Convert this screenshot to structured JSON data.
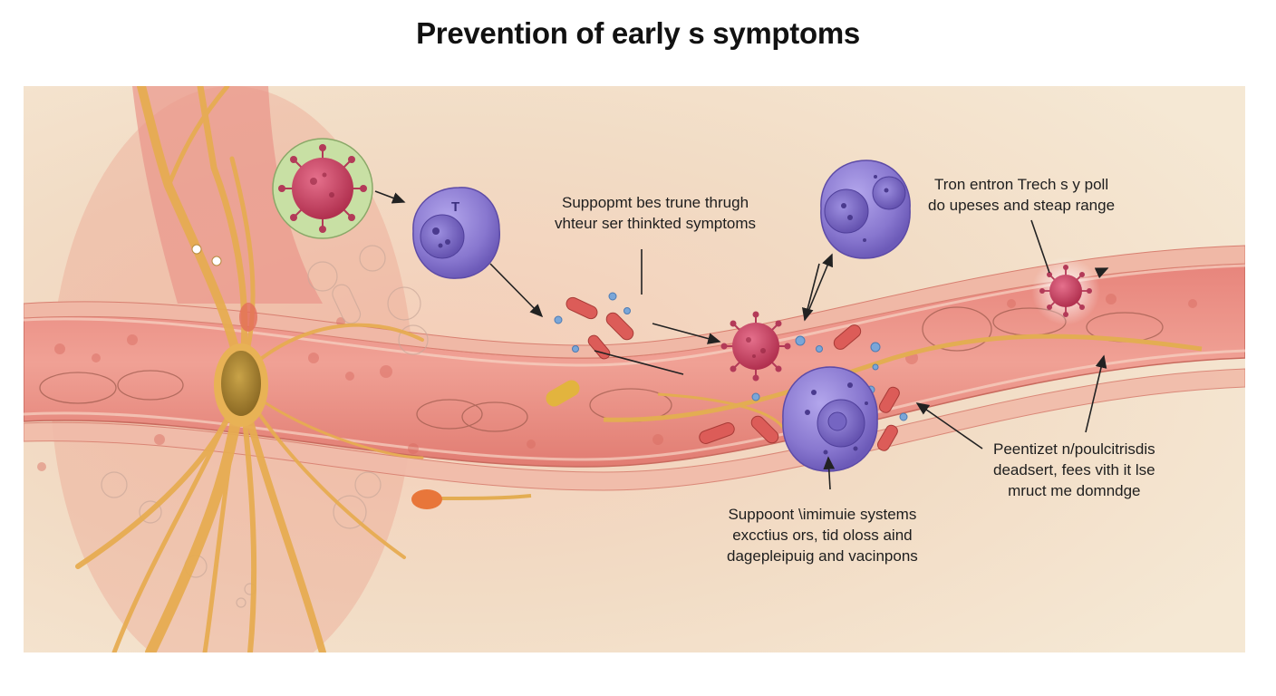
{
  "title": "Prevention of early s symptoms",
  "cell_letter": "T",
  "labels": {
    "top_center": [
      "Suppopmt bes trune thrugh",
      "vhteur ser thinkted symptoms"
    ],
    "top_right": [
      "Tron entron Trech s y poll",
      "do upeses and steap range"
    ],
    "bottom_center": [
      "Suppoont \\imimuie systems",
      "excctius ors, tid oloss aind",
      "dagepleipuig and vacinpons"
    ],
    "bottom_right": [
      "Peentizet n/poulcitrisdis",
      "deadsert, fees vith it lse",
      "mruct me domndge"
    ]
  },
  "colors": {
    "background": "#f3e3cc",
    "vessel": "#e98a80",
    "vessel_dark": "#d8685e",
    "nerve": "#e8b255",
    "immune_cell": "#8a78cc",
    "virus": "#c83f63",
    "rbc": "#d85a55"
  }
}
